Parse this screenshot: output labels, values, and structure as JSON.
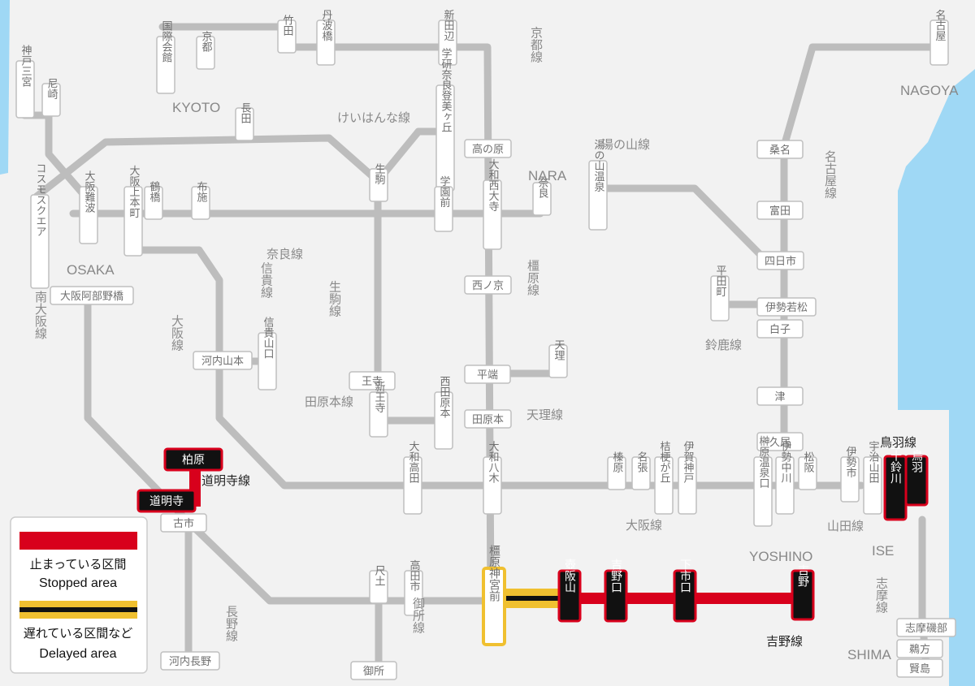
{
  "colors": {
    "track": "#bdbdbd",
    "stopped": "#d8001c",
    "delayed": "#f0c030",
    "sea": "#9fd8f5",
    "land": "#f2f2f2",
    "stop_box": "#111111",
    "station_border": "#bfbfbf",
    "station_text": "#6f6f6f"
  },
  "regions": {
    "kyoto": "KYOTO",
    "nara": "NARA",
    "nagoya": "NAGOYA",
    "osaka": "OSAKA",
    "yoshino": "YOSHINO",
    "ise": "ISE",
    "shima": "SHIMA"
  },
  "line_labels": {
    "keihanna": "けいはんな線",
    "yunoyama": "湯の山線",
    "kyoto_line": "京都線",
    "nagoya_line": "名古屋線",
    "nara_line": "奈良線",
    "kashihara_line": "橿原線",
    "shigi_line": "信貴線",
    "ikoma_line": "生駒線",
    "osaka_line_v": "大阪線",
    "minami_osaka": "南大阪線",
    "tawaramoto": "田原本線",
    "tenri_line": "天理線",
    "suzuka_line": "鈴鹿線",
    "osaka_line_h": "大阪線",
    "yamada_line": "山田線",
    "toba_line": "鳥羽線",
    "domyoji_line": "道明寺線",
    "yoshino_line": "吉野線",
    "shima_line": "志摩線",
    "nagano_line": "長野線",
    "gose_line": "御所線"
  },
  "stations": {
    "kokusai": "国際会館",
    "kyoto": "京都",
    "takeda": "竹田",
    "tanbabashi": "丹波橋",
    "shintanabe": "新田辺",
    "gakken": "学研奈良登美ヶ丘",
    "takanohara": "高の原",
    "nagata": "長田",
    "kobe": "神戸三宮",
    "amagasaki": "尼崎",
    "cosmo": "コスモスクエア",
    "osaka_namba": "大阪難波",
    "uehommachi": "大阪上本町",
    "tsuruhashi": "鶴橋",
    "fuse": "布施",
    "ikoma": "生駒",
    "gakuenmae": "学園前",
    "yamato_saidaiji": "大和西大寺",
    "nara": "奈良",
    "nishinokyo": "西ノ京",
    "abenobashi": "大阪阿部野橋",
    "kawachi_yamamoto": "河内山本",
    "shigisan": "信貴山口",
    "oji": "王寺",
    "shinoji": "新王寺",
    "nishitawaramoto": "西田原本",
    "hirahata": "平端",
    "tenri": "天理",
    "tawaramoto": "田原本",
    "yunoyama_onsen": "湯の山温泉",
    "kuwana": "桑名",
    "tomida": "富田",
    "yokkaichi": "四日市",
    "hiratacho": "平田町",
    "ise_wakamatsu": "伊勢若松",
    "shiroko": "白子",
    "tsu": "津",
    "hisai": "久居",
    "nagoya": "名古屋",
    "kashiwara": "柏原",
    "domyoji": "道明寺",
    "furuichi": "古市",
    "yamato_takada": "大和高田",
    "yamato_yagi": "大和八木",
    "haibara": "榛原",
    "nabari": "名張",
    "kikyogaoka": "桔梗が丘",
    "iga_kambe": "伊賀神戸",
    "sakakibara": "榊原温泉口",
    "ise_nakagawa": "伊勢中川",
    "matsusaka": "松阪",
    "iseshi": "伊勢市",
    "ujiyamada": "宇治山田",
    "isuzugawa": "五十鈴川",
    "toba": "鳥羽",
    "kashiharajingu": "橿原神宮前",
    "tsubosaka": "壺阪山",
    "yoshinoguchi": "吉野口",
    "shimoichiguchi": "下市口",
    "yoshino": "吉野",
    "shakudo": "尺土",
    "takadashi": "高田市",
    "gose": "御所",
    "kawachi_nagano": "河内長野",
    "shima_isobe": "志摩磯部",
    "ugata": "鵜方",
    "kashikojima": "賢島"
  },
  "legend": {
    "stopped_jp": "止まっている区間",
    "stopped_en": "Stopped area",
    "delayed_jp": "遅れている区間など",
    "delayed_en": "Delayed area"
  }
}
